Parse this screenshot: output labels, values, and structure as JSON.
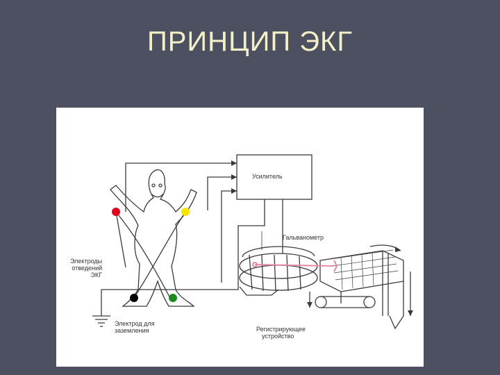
{
  "slide": {
    "title": "ПРИНЦИП ЭКГ"
  },
  "diagram": {
    "labels": {
      "amplifier": "Усилитель",
      "galvanometer": "Гальванометр",
      "electrodes_line1": "Электроды",
      "electrodes_line2": "отведений",
      "electrodes_line3": "ЭКГ",
      "ground_line1": "Электрод для",
      "ground_line2": "заземления",
      "recorder_line1": "Регистрирующее",
      "recorder_line2": "устройство"
    },
    "electrode_colors": {
      "right_arm": "#e0001b",
      "left_arm": "#f5e600",
      "right_leg": "#000000",
      "left_leg": "#1a8a1a"
    },
    "beam_color": "#e48aa4"
  }
}
